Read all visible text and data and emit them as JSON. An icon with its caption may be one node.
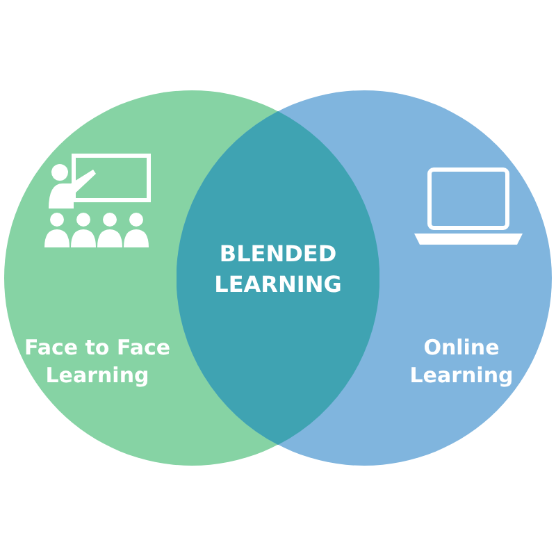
{
  "diagram": {
    "nodes": [
      {
        "text": [
          "Face to Face Learning"
        ]
      },
      {
        "text": [
          "Online Learning"
        ]
      },
      {
        "text": [
          "BLENDED LEARNING"
        ]
      }
    ]
  }
}
